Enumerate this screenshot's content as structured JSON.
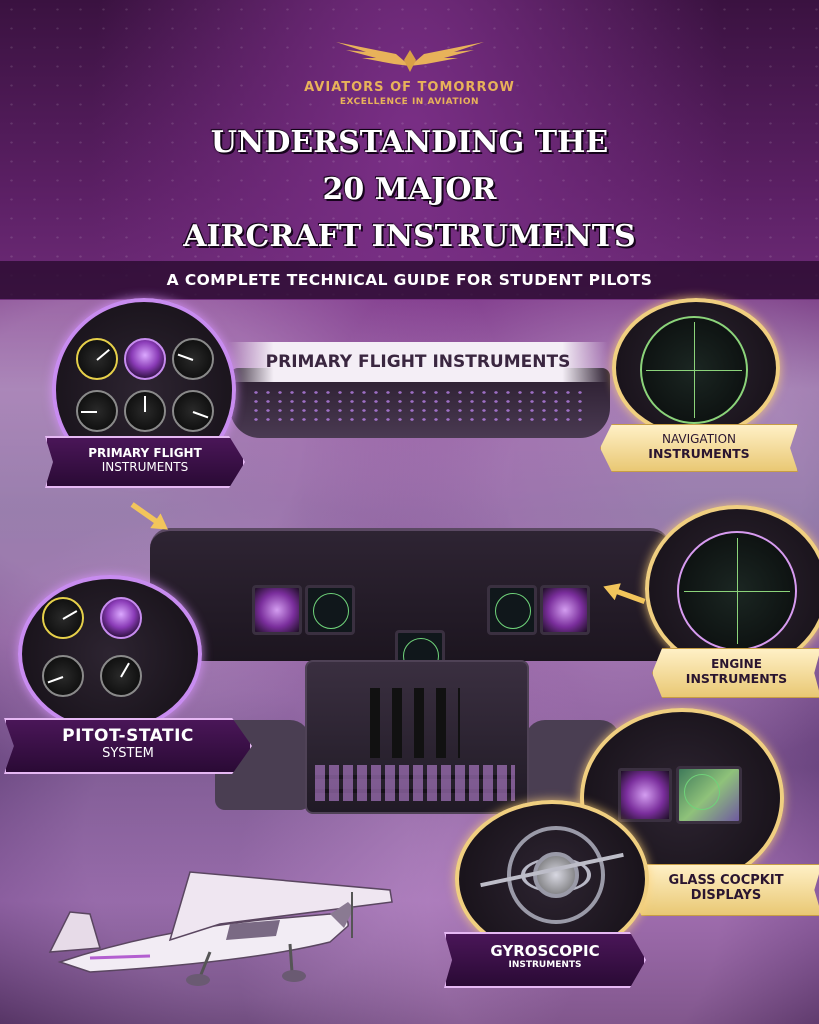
{
  "header": {
    "brand": "AVIATORS OF TOMORROW",
    "tagline": "EXCELLENCE IN AVIATION",
    "title_line1": "UNDERSTANDING THE",
    "title_line2": "20 MAJOR",
    "title_line3": "AIRCRAFT INSTRUMENTS",
    "subtitle": "A COMPLETE TECHNICAL GUIDE FOR STUDENT PILOTS"
  },
  "banner": {
    "text": "PRIMARY FLIGHT INSTRUMENTS"
  },
  "labels": {
    "primary_flight": {
      "line1": "PRIMARY FLIGHT",
      "line2": "INSTRUMENTS"
    },
    "navigation": {
      "line1": "NAVIGATION",
      "line2": "INSTRUMENTS"
    },
    "engine": {
      "line1": "ENGINE",
      "line2": "INSTRUMENTS"
    },
    "pitot_static": {
      "line1": "PITOT-STATIC",
      "line2": "SYSTEM"
    },
    "glass_cockpit": {
      "line1": "GLASS COCPKIT",
      "line2": "DISPLAYS"
    },
    "gyroscopic": {
      "line1": "GYROSCOPIC",
      "line2": "INSTRUMENTS"
    }
  },
  "icons": {
    "logo": "eagle-wings-icon",
    "plane": "cessna-airplane-icon",
    "gyroscope": "gyroscope-icon"
  },
  "colors": {
    "accent_gold": "#e8b25a",
    "accent_purple": "#c88cf0",
    "background": "#5a1f63"
  }
}
